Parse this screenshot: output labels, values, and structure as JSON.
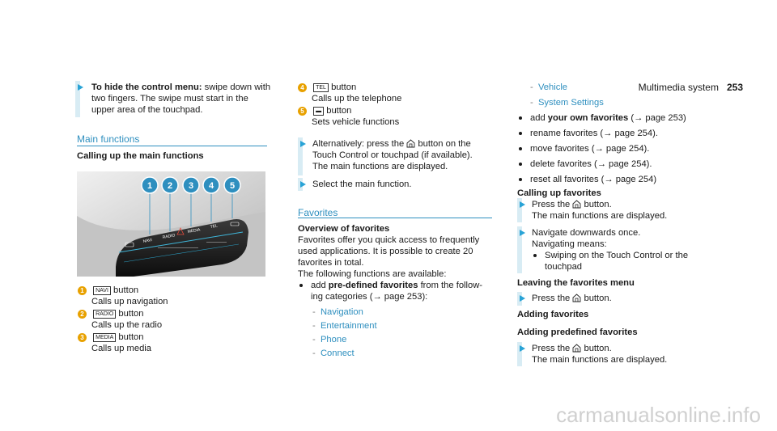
{
  "header": {
    "section": "Multimedia system",
    "page": "253"
  },
  "col1": {
    "hide_bold": "To hide the control menu:",
    "hide_rest": " swipe down with",
    "hide_line2": "two fingers. The swipe must start in the",
    "hide_line3": "upper area of the touchpad.",
    "main_functions_heading": "Main functions",
    "calling_heading": "Calling up the main functions",
    "figure_labels": [
      "1",
      "2",
      "3",
      "4",
      "5"
    ],
    "figure_text": {
      "navi": "NAVI",
      "radio": "RADIO",
      "media": "MEDIA",
      "tel": "TEL"
    },
    "items": [
      {
        "num": "1",
        "key": "NAVI",
        "label": "button",
        "desc": "Calls up navigation"
      },
      {
        "num": "2",
        "key": "RADIO",
        "label": "button",
        "desc": "Calls up the radio"
      },
      {
        "num": "3",
        "key": "MEDIA",
        "label": "button",
        "desc": "Calls up media"
      }
    ]
  },
  "col2": {
    "items": [
      {
        "num": "4",
        "key": "TEL",
        "label": "button",
        "desc": "Calls up the telephone"
      },
      {
        "num": "5",
        "label": "button",
        "desc": "Sets vehicle functions"
      }
    ],
    "alt_line1a": "Alternatively: press the",
    "alt_line1b": "button on the",
    "alt_line2": "Touch Control or touchpad (if available).",
    "alt_line3": "The main functions are displayed.",
    "select": "Select the main function.",
    "favorites_heading": "Favorites",
    "overview_heading": "Overview of favorites",
    "ov1": "Favorites offer you quick access to frequently",
    "ov2": "used applications. It is possible to create 20",
    "ov3": "favorites in total.",
    "ov4": "The following functions are available:",
    "add_pre": "add",
    "add_bold": "pre-defined favorites",
    "add_rest": "from the follow-",
    "add_line2": "ing categories (→ page 253):",
    "categories": [
      "Navigation",
      "Entertainment",
      "Phone",
      "Connect"
    ]
  },
  "col3": {
    "categories": [
      "Vehicle",
      "System Settings"
    ],
    "own_pre": "add",
    "own_bold": "your own favorites",
    "own_rest": "(→ page 253)",
    "bullets": [
      "rename favorites (→ page 254).",
      "move favorites (→ page 254).",
      "delete favorites (→ page 254).",
      "reset all favorites (→ page 254)"
    ],
    "callup_heading": "Calling up favorites",
    "press1a": "Press the",
    "press1b": "button.",
    "press1c": "The main functions are displayed.",
    "nav1": "Navigate downwards once.",
    "nav2": "Navigating means:",
    "swipe1": "Swiping on the Touch Control or the",
    "swipe2": "touchpad",
    "leaving_heading": "Leaving the favorites menu",
    "press2a": "Press the",
    "press2b": "button.",
    "adding_heading": "Adding favorites",
    "adding_pre_heading": "Adding predefined favorites",
    "press3a": "Press the",
    "press3b": "button.",
    "press3c": "The main functions are displayed."
  },
  "watermark": "carmanualsonline.info"
}
